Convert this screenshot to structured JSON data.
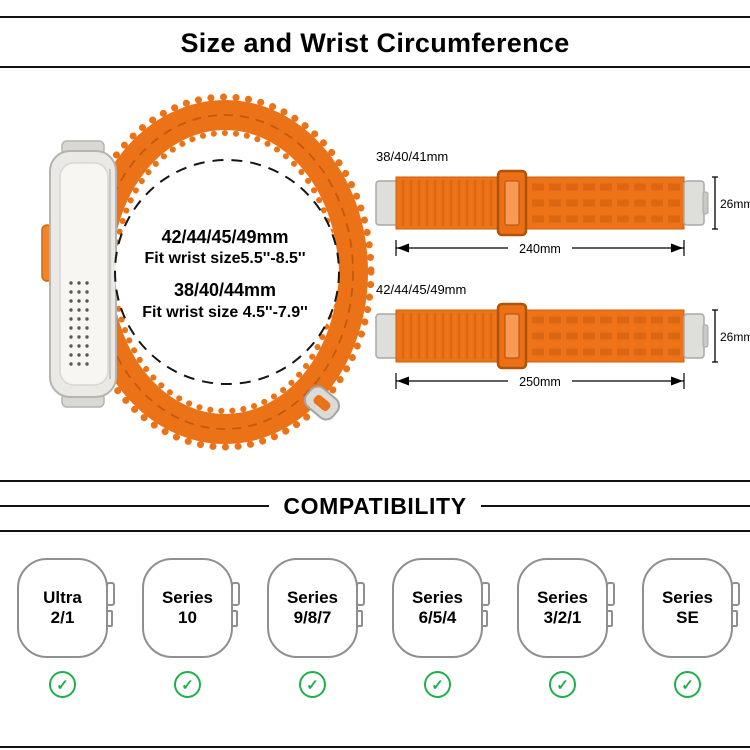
{
  "header": {
    "title": "Size and Wrist Circumference"
  },
  "watch_info": {
    "size1": "42/44/45/49mm",
    "fit1": "Fit wrist size5.5''-8.5''",
    "size2": "38/40/44mm",
    "fit2": "Fit wrist size 4.5''-7.9''"
  },
  "bands": [
    {
      "label": "38/40/41mm",
      "width": "26mm",
      "length": "240mm"
    },
    {
      "label": "42/44/45/49mm",
      "width": "26mm",
      "length": "250mm"
    }
  ],
  "compatibility": {
    "title": "COMPATIBILITY",
    "check_glyph": "✓",
    "models": [
      {
        "line1": "Ultra",
        "line2": "2/1"
      },
      {
        "line1": "Series",
        "line2": "10"
      },
      {
        "line1": "Series",
        "line2": "9/8/7"
      },
      {
        "line1": "Series",
        "line2": "6/5/4"
      },
      {
        "line1": "Series",
        "line2": "3/2/1"
      },
      {
        "line1": "Series",
        "line2": "SE"
      }
    ]
  },
  "colors": {
    "band_orange": "#EC7218",
    "band_orange_dark": "#C2590D",
    "check_green": "#1FAF4B",
    "hardware_silver": "#DEDEDB"
  }
}
